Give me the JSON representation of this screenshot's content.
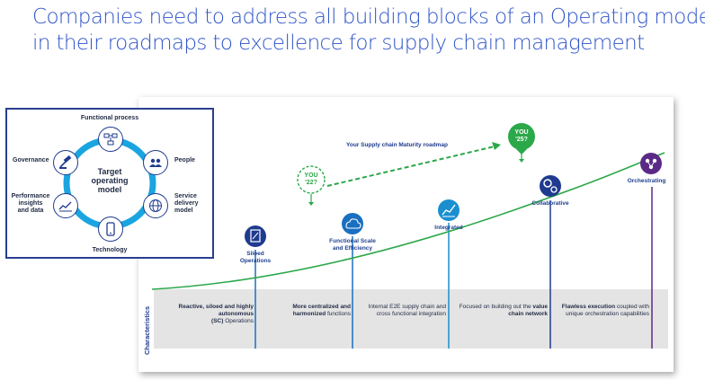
{
  "title": {
    "line1": "Companies need to address all building blocks of an Operating model",
    "line2": "in their roadmaps to excellence for supply chain management"
  },
  "target_model": {
    "center_line1": "Target",
    "center_line2": "operating",
    "center_line3": "model",
    "elements": [
      {
        "label": "Functional process",
        "icon": "flowchart-icon"
      },
      {
        "label": "People",
        "icon": "people-icon"
      },
      {
        "label_l1": "Service",
        "label_l2": "delivery",
        "label_l3": "model",
        "icon": "globe-icon"
      },
      {
        "label": "Technology",
        "icon": "phone-icon"
      },
      {
        "label_l1": "Performance",
        "label_l2": "insights",
        "label_l3": "and data",
        "icon": "chart-icon"
      },
      {
        "label": "Governance",
        "icon": "gavel-icon"
      }
    ]
  },
  "roadmap": {
    "label": "Your Supply chain Maturity roadmap",
    "you_22_l1": "YOU",
    "you_22_l2": "'22?",
    "you_25_l1": "YOU",
    "you_25_l2": "'25?",
    "colors": {
      "green": "#2ba84a",
      "dark_blue": "#1f3b8f",
      "purple": "#5b2a86",
      "light_blue": "#1a8fd0"
    }
  },
  "stages": [
    {
      "l1": "Siloed",
      "l2": "Operations",
      "icon": "document-icon"
    },
    {
      "l1": "Functional Scale",
      "l2": "and Efficiency",
      "icon": "cloud-icon"
    },
    {
      "l1": "Integrated",
      "l2": "",
      "icon": "growth-chart-icon"
    },
    {
      "l1": "Collaborative",
      "l2": "",
      "icon": "gears-icon"
    },
    {
      "l1": "Orchestrating",
      "l2": "",
      "icon": "network-icon"
    }
  ],
  "characteristics": {
    "heading": "Characteristics",
    "c1": {
      "b1": "Reactive, siloed and highly",
      "b2": "autonomous",
      "p3a": "(SC)",
      "p3b": " Operations"
    },
    "c2": {
      "b1": "More centralized and",
      "b2": "harmonized",
      "p2": " functions"
    },
    "c3": {
      "l1": "Internal E2E supply chain and",
      "l2": "cross functional integration"
    },
    "c4": {
      "p1": "Focused on building out the ",
      "b1": "value",
      "b2": "chain network"
    },
    "c5": {
      "b1": "Flawless execution",
      "p1": " coupled with",
      "l2": "unique orchestration capabilities"
    }
  }
}
